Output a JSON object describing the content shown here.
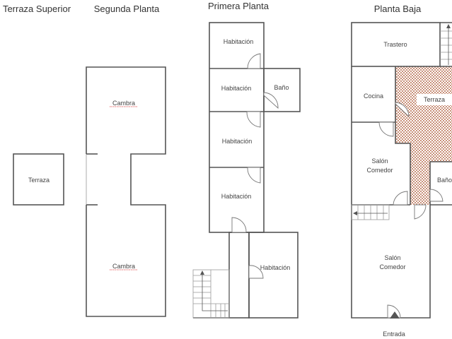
{
  "floors": {
    "terraza_superior": {
      "title": "Terraza Superior",
      "rooms": [
        "Terraza"
      ]
    },
    "segunda_planta": {
      "title": "Segunda Planta",
      "rooms": [
        "Cambra",
        "Cambra"
      ]
    },
    "primera_planta": {
      "title": "Primera Planta",
      "rooms": [
        "Habitación",
        "Habitación",
        "Baño",
        "Habitación",
        "Habitación",
        "Habitación"
      ]
    },
    "planta_baja": {
      "title": "Planta Baja",
      "rooms": [
        "Trastero",
        "Cocina",
        "Terraza",
        "Salón",
        "Comedor",
        "Baño",
        "Salón",
        "Comedor"
      ],
      "entrance": "Entrada"
    }
  },
  "colors": {
    "hatch": "#c9917a",
    "wall": "#555555"
  }
}
